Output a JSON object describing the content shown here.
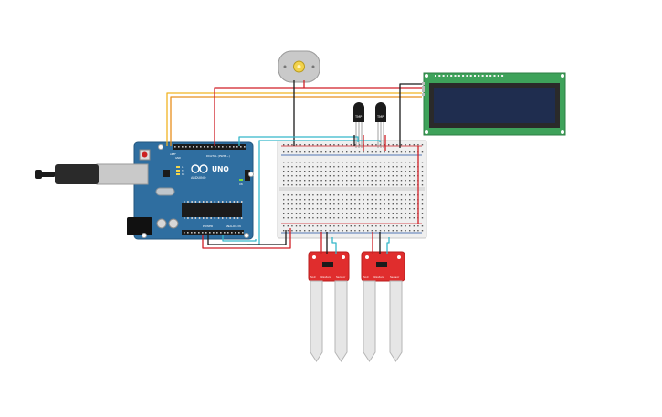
{
  "arduino": {
    "brand": "UNO",
    "logo_text": "ARDUINO",
    "header_label": "DIGITAL (PWM ~)",
    "power_label": "POWER",
    "analog_label": "ANALOG IN",
    "aref_label": "AREF",
    "gnd_label": "GND",
    "on_label": "ON",
    "tx_label": "TX",
    "rx_label": "RX",
    "l_label": "L"
  },
  "sensors": {
    "tmp1_label": "TMP",
    "tmp2_label": "TMP"
  },
  "soil_sensors": [
    {
      "label_1": "Soil",
      "label_2": "Moisture",
      "label_3": "Sensor"
    },
    {
      "label_1": "Soil",
      "label_2": "Moisture",
      "label_3": "Sensor"
    }
  ],
  "colors": {
    "arduino_board": "#2f6ea0",
    "lcd_board": "#3ea25a",
    "lcd_screen": "#1f2d4f",
    "soil_board": "#e02d2d",
    "wire_red": "#d01f26",
    "wire_black": "#1b1b1b",
    "wire_yellow": "#f0b323",
    "wire_orange": "#e78f1d",
    "wire_cyan": "#35b7c9",
    "breadboard": "#f0f0f0"
  }
}
